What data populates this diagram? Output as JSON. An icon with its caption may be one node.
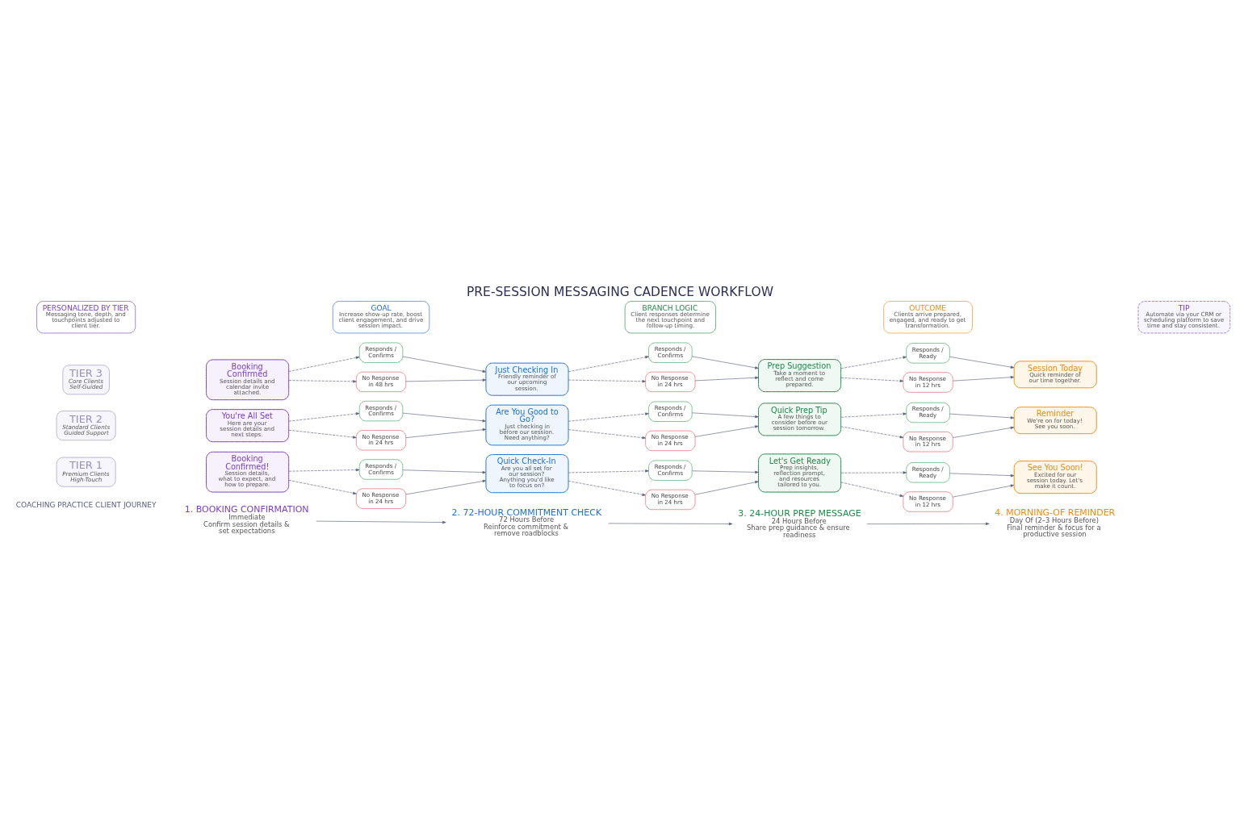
{
  "diagram": {
    "title": "PRE-SESSION MESSAGING CADENCE WORKFLOW",
    "nodes": [
      {
        "text": [
          "1. BOOKING CONFIRMATION",
          "Immediate",
          "Confirm session details & set expectations"
        ]
      },
      {
        "text": [
          "2. 72-HOUR COMMITMENT CHECK",
          "72 Hours Before",
          "Reinforce commitment & remove roadblocks"
        ]
      },
      {
        "text": [
          "3. 24-HOUR PREP MESSAGE",
          "24 Hours Before",
          "Share prep guidance & ensure readiness"
        ]
      },
      {
        "text": [
          "4. MORNING-OF REMINDER",
          "Day Of (2–3 Hours Before)",
          "Final reminder & focus for a productive session"
        ]
      },
      {
        "text": [
          "TIER 1",
          "Premium Clients",
          "High-Touch"
        ]
      },
      {
        "text": [
          "Booking Confirmed!",
          "Session details, what to expect, and how to prepare."
        ]
      },
      {
        "text": [
          "Responds / Confirms"
        ]
      },
      {
        "text": [
          "No Response in 24 hrs"
        ]
      },
      {
        "text": [
          "Quick Check-In",
          "Are you all set for our session? Anything you'd like to focus on?"
        ]
      },
      {
        "text": [
          "Responds / Confirms"
        ]
      },
      {
        "text": [
          "No Response in 24 hrs"
        ]
      },
      {
        "text": [
          "Let's Get Ready",
          "Prep insights, reflection prompt, and resources tailored to you."
        ]
      },
      {
        "text": [
          "Responds / Ready"
        ]
      },
      {
        "text": [
          "No Response in 12 hrs"
        ]
      },
      {
        "text": [
          "See You Soon!",
          "Excited for our session today. Let's make it count."
        ]
      },
      {
        "text": [
          "TIER 2",
          "Standard Clients",
          "Guided Support"
        ]
      },
      {
        "text": [
          "You're All Set",
          "Here are your session details and next steps."
        ]
      },
      {
        "text": [
          "Responds / Confirms"
        ]
      },
      {
        "text": [
          "No Response in 24 hrs"
        ]
      },
      {
        "text": [
          "Are You Good to Go?",
          "Just checking in before our session. Need anything?"
        ]
      },
      {
        "text": [
          "Responds / Confirms"
        ]
      },
      {
        "text": [
          "No Response in 24 hrs"
        ]
      },
      {
        "text": [
          "Quick Prep Tip",
          "A few things to consider before our session tomorrow."
        ]
      },
      {
        "text": [
          "Responds / Ready"
        ]
      },
      {
        "text": [
          "No Response in 12 hrs"
        ]
      },
      {
        "text": [
          "Reminder",
          "We're on for today! See you soon."
        ]
      },
      {
        "text": [
          "TIER 3",
          "Core Clients",
          "Self-Guided"
        ]
      },
      {
        "text": [
          "Booking Confirmed",
          "Session details and calendar invite attached."
        ]
      },
      {
        "text": [
          "Responds / Confirms"
        ]
      },
      {
        "text": [
          "No Response in 48 hrs"
        ]
      },
      {
        "text": [
          "Just Checking In",
          "Friendly reminder of our upcoming session."
        ]
      },
      {
        "text": [
          "Responds / Confirms"
        ]
      },
      {
        "text": [
          "No Response in 24 hrs"
        ]
      },
      {
        "text": [
          "Prep Suggestion",
          "Take a moment to reflect and come prepared."
        ]
      },
      {
        "text": [
          "Responds / Ready"
        ]
      },
      {
        "text": [
          "No Response in 12 hrs"
        ]
      },
      {
        "text": [
          "Session Today",
          "Quick reminder of our time together."
        ]
      },
      {
        "text": [
          "PERSONALIZED BY TIER",
          "Messaging tone, depth, and touchpoints adjusted to client tier."
        ]
      },
      {
        "text": [
          "GOAL",
          "Increase show-up rate, boost client engagement, and drive session impact."
        ]
      },
      {
        "text": [
          "BRANCH LOGIC",
          "Client responses determine the next touchpoint and follow-up timing."
        ]
      },
      {
        "text": [
          "OUTCOME",
          "Clients arrive prepared, engaged, and ready to get transformation."
        ]
      },
      {
        "text": [
          "TIP",
          "Automate via your CRM or scheduling platform to save time and stay consistent."
        ]
      }
    ],
    "edges": [
      {
        "from": 0,
        "to": 1,
        "arrow": "to"
      },
      {
        "from": 1,
        "to": 2,
        "arrow": "to"
      },
      {
        "from": 2,
        "to": 3,
        "arrow": "to"
      },
      {
        "from": 5,
        "to": 6,
        "arrow": "to",
        "style": "dashed"
      },
      {
        "from": 5,
        "to": 7,
        "arrow": "to",
        "style": "dashed"
      },
      {
        "from": 6,
        "to": 8,
        "arrow": "to"
      },
      {
        "from": 7,
        "to": 8,
        "arrow": "to"
      },
      {
        "from": 8,
        "to": 9,
        "arrow": "to",
        "style": "dashed"
      },
      {
        "from": 8,
        "to": 10,
        "arrow": "to",
        "style": "dashed"
      },
      {
        "from": 9,
        "to": 11,
        "arrow": "to"
      },
      {
        "from": 10,
        "to": 11,
        "arrow": "to"
      },
      {
        "from": 11,
        "to": 12,
        "arrow": "to",
        "style": "dashed"
      },
      {
        "from": 11,
        "to": 13,
        "arrow": "to",
        "style": "dashed"
      },
      {
        "from": 12,
        "to": 14,
        "arrow": "to"
      },
      {
        "from": 13,
        "to": 14,
        "arrow": "to"
      },
      {
        "from": 16,
        "to": 17,
        "arrow": "to",
        "style": "dashed"
      },
      {
        "from": 16,
        "to": 18,
        "arrow": "to",
        "style": "dashed"
      },
      {
        "from": 17,
        "to": 19,
        "arrow": "to"
      },
      {
        "from": 18,
        "to": 19,
        "arrow": "to"
      },
      {
        "from": 19,
        "to": 20,
        "arrow": "to",
        "style": "dashed"
      },
      {
        "from": 19,
        "to": 21,
        "arrow": "to",
        "style": "dashed"
      },
      {
        "from": 20,
        "to": 22,
        "arrow": "to"
      },
      {
        "from": 21,
        "to": 22,
        "arrow": "to"
      },
      {
        "from": 22,
        "to": 23,
        "arrow": "to",
        "style": "dashed"
      },
      {
        "from": 22,
        "to": 24,
        "arrow": "to",
        "style": "dashed"
      },
      {
        "from": 23,
        "to": 25,
        "arrow": "to"
      },
      {
        "from": 24,
        "to": 25,
        "arrow": "to"
      },
      {
        "from": 27,
        "to": 28,
        "arrow": "to",
        "style": "dashed"
      },
      {
        "from": 27,
        "to": 29,
        "arrow": "to",
        "style": "dashed"
      },
      {
        "from": 28,
        "to": 30,
        "arrow": "to"
      },
      {
        "from": 29,
        "to": 30,
        "arrow": "to"
      },
      {
        "from": 30,
        "to": 31,
        "arrow": "to",
        "style": "dashed"
      },
      {
        "from": 30,
        "to": 32,
        "arrow": "to",
        "style": "dashed"
      },
      {
        "from": 31,
        "to": 33,
        "arrow": "to"
      },
      {
        "from": 32,
        "to": 33,
        "arrow": "to"
      },
      {
        "from": 33,
        "to": 34,
        "arrow": "to",
        "style": "dashed"
      },
      {
        "from": 33,
        "to": 35,
        "arrow": "to",
        "style": "dashed"
      },
      {
        "from": 34,
        "to": 36,
        "arrow": "to"
      },
      {
        "from": 35,
        "to": 36,
        "arrow": "to"
      }
    ],
    "labels": [
      "COACHING PRACTICE CLIENT JOURNEY"
    ]
  }
}
